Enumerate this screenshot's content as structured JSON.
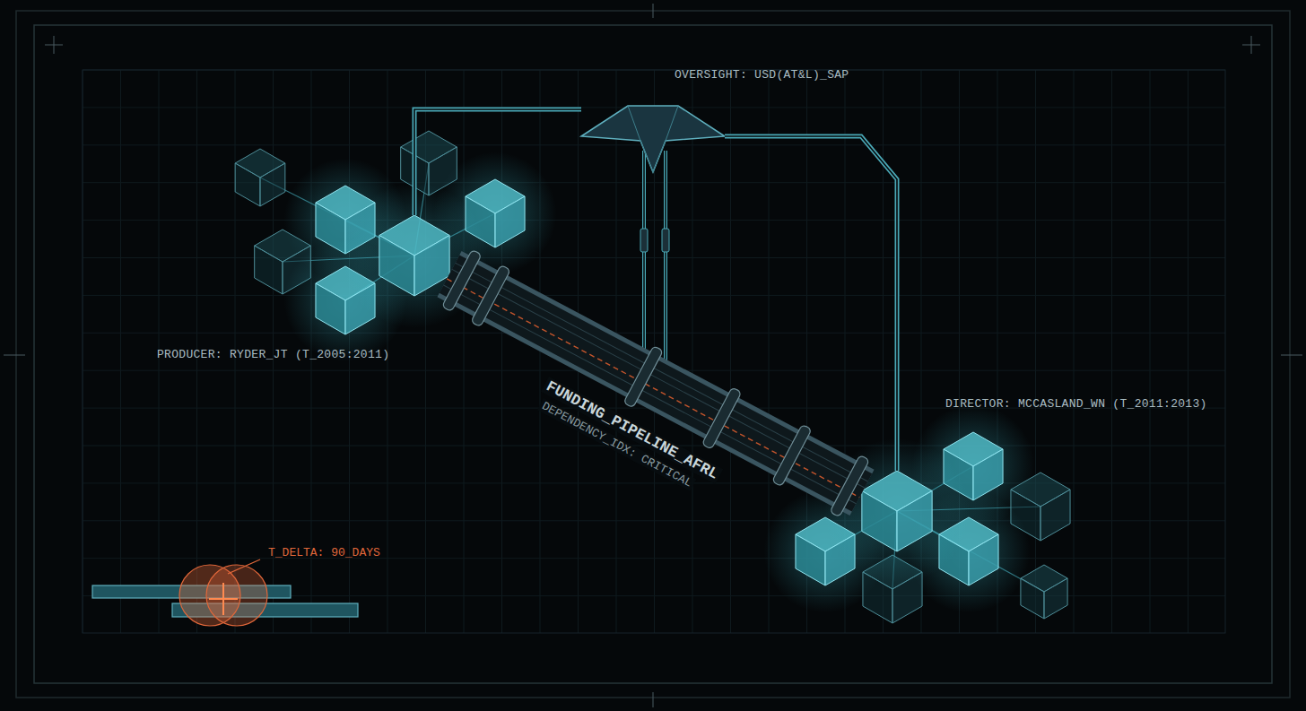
{
  "diagram": {
    "nodes": [
      {
        "text": [
          "OVERSIGHT: USD(AT&L)_SAP"
        ]
      },
      {
        "text": [
          "PRODUCER: RYDER_JT (T_2005:2011)"
        ]
      },
      {
        "text": [
          "DIRECTOR: MCCASLAND_WN (T_2011:2013)"
        ]
      }
    ],
    "edges": [
      {
        "from": 0,
        "to": 1,
        "arrow": "none"
      },
      {
        "from": 0,
        "to": 2,
        "arrow": "none"
      },
      {
        "from": 1,
        "to": 2,
        "arrow": "none"
      }
    ],
    "labels": [
      "FUNDING_PIPELINE_AFRL",
      "DEPENDENCY_IDX: CRITICAL",
      "T_DELTA: 90_DAYS"
    ]
  }
}
